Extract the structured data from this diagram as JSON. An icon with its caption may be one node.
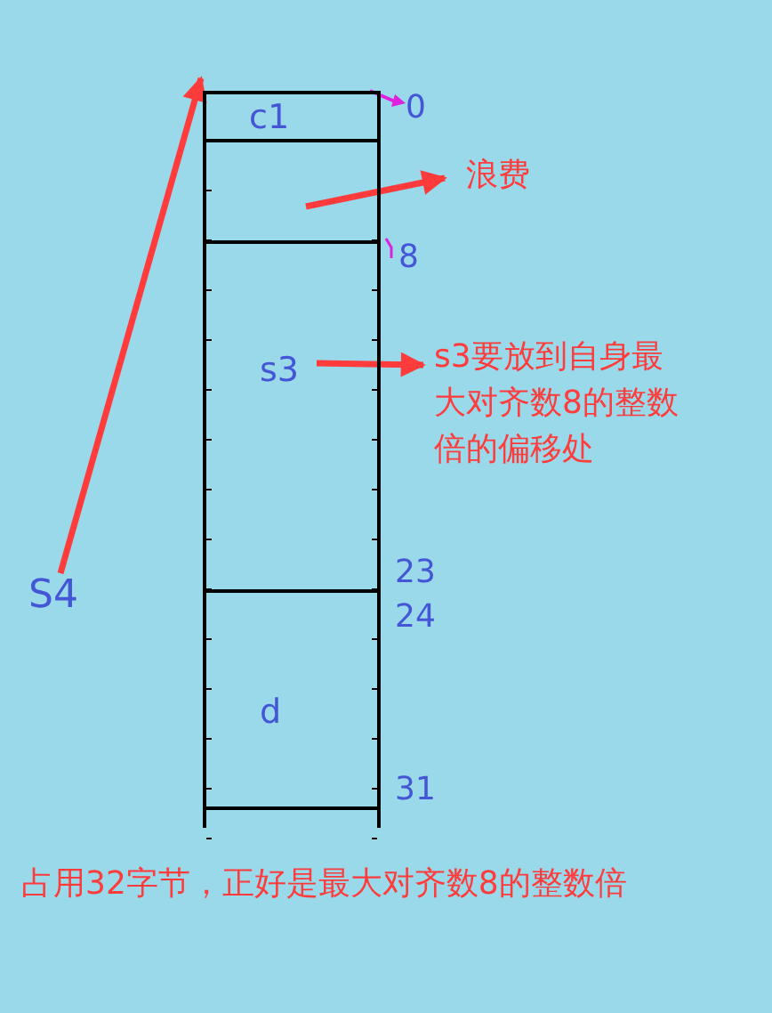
{
  "diagram": {
    "nodes": [
      {
        "text": [],
        "shape": "box"
      },
      {
        "text": [
          "c1"
        ],
        "in": 0
      },
      {
        "text": [],
        "shape": "box",
        "in": 0
      },
      {
        "text": [
          "s3"
        ],
        "in": 0
      },
      {
        "text": [
          "d"
        ],
        "in": 0
      },
      {
        "text": [
          "S4"
        ]
      },
      {
        "text": [
          "浪费"
        ]
      },
      {
        "text": [
          "s3要放到自身最大对齐数8的整数倍的偏移处"
        ]
      }
    ],
    "edges": [
      {
        "from": 5,
        "to": 0,
        "arrow": "to"
      },
      {
        "from": 2,
        "to": 6,
        "arrow": "to"
      },
      {
        "from": 3,
        "to": 7,
        "arrow": "to"
      }
    ],
    "labels": [
      "0",
      "8",
      "23",
      "24",
      "31",
      "占用32字节，正好是最大对齐数8的整数倍"
    ]
  }
}
